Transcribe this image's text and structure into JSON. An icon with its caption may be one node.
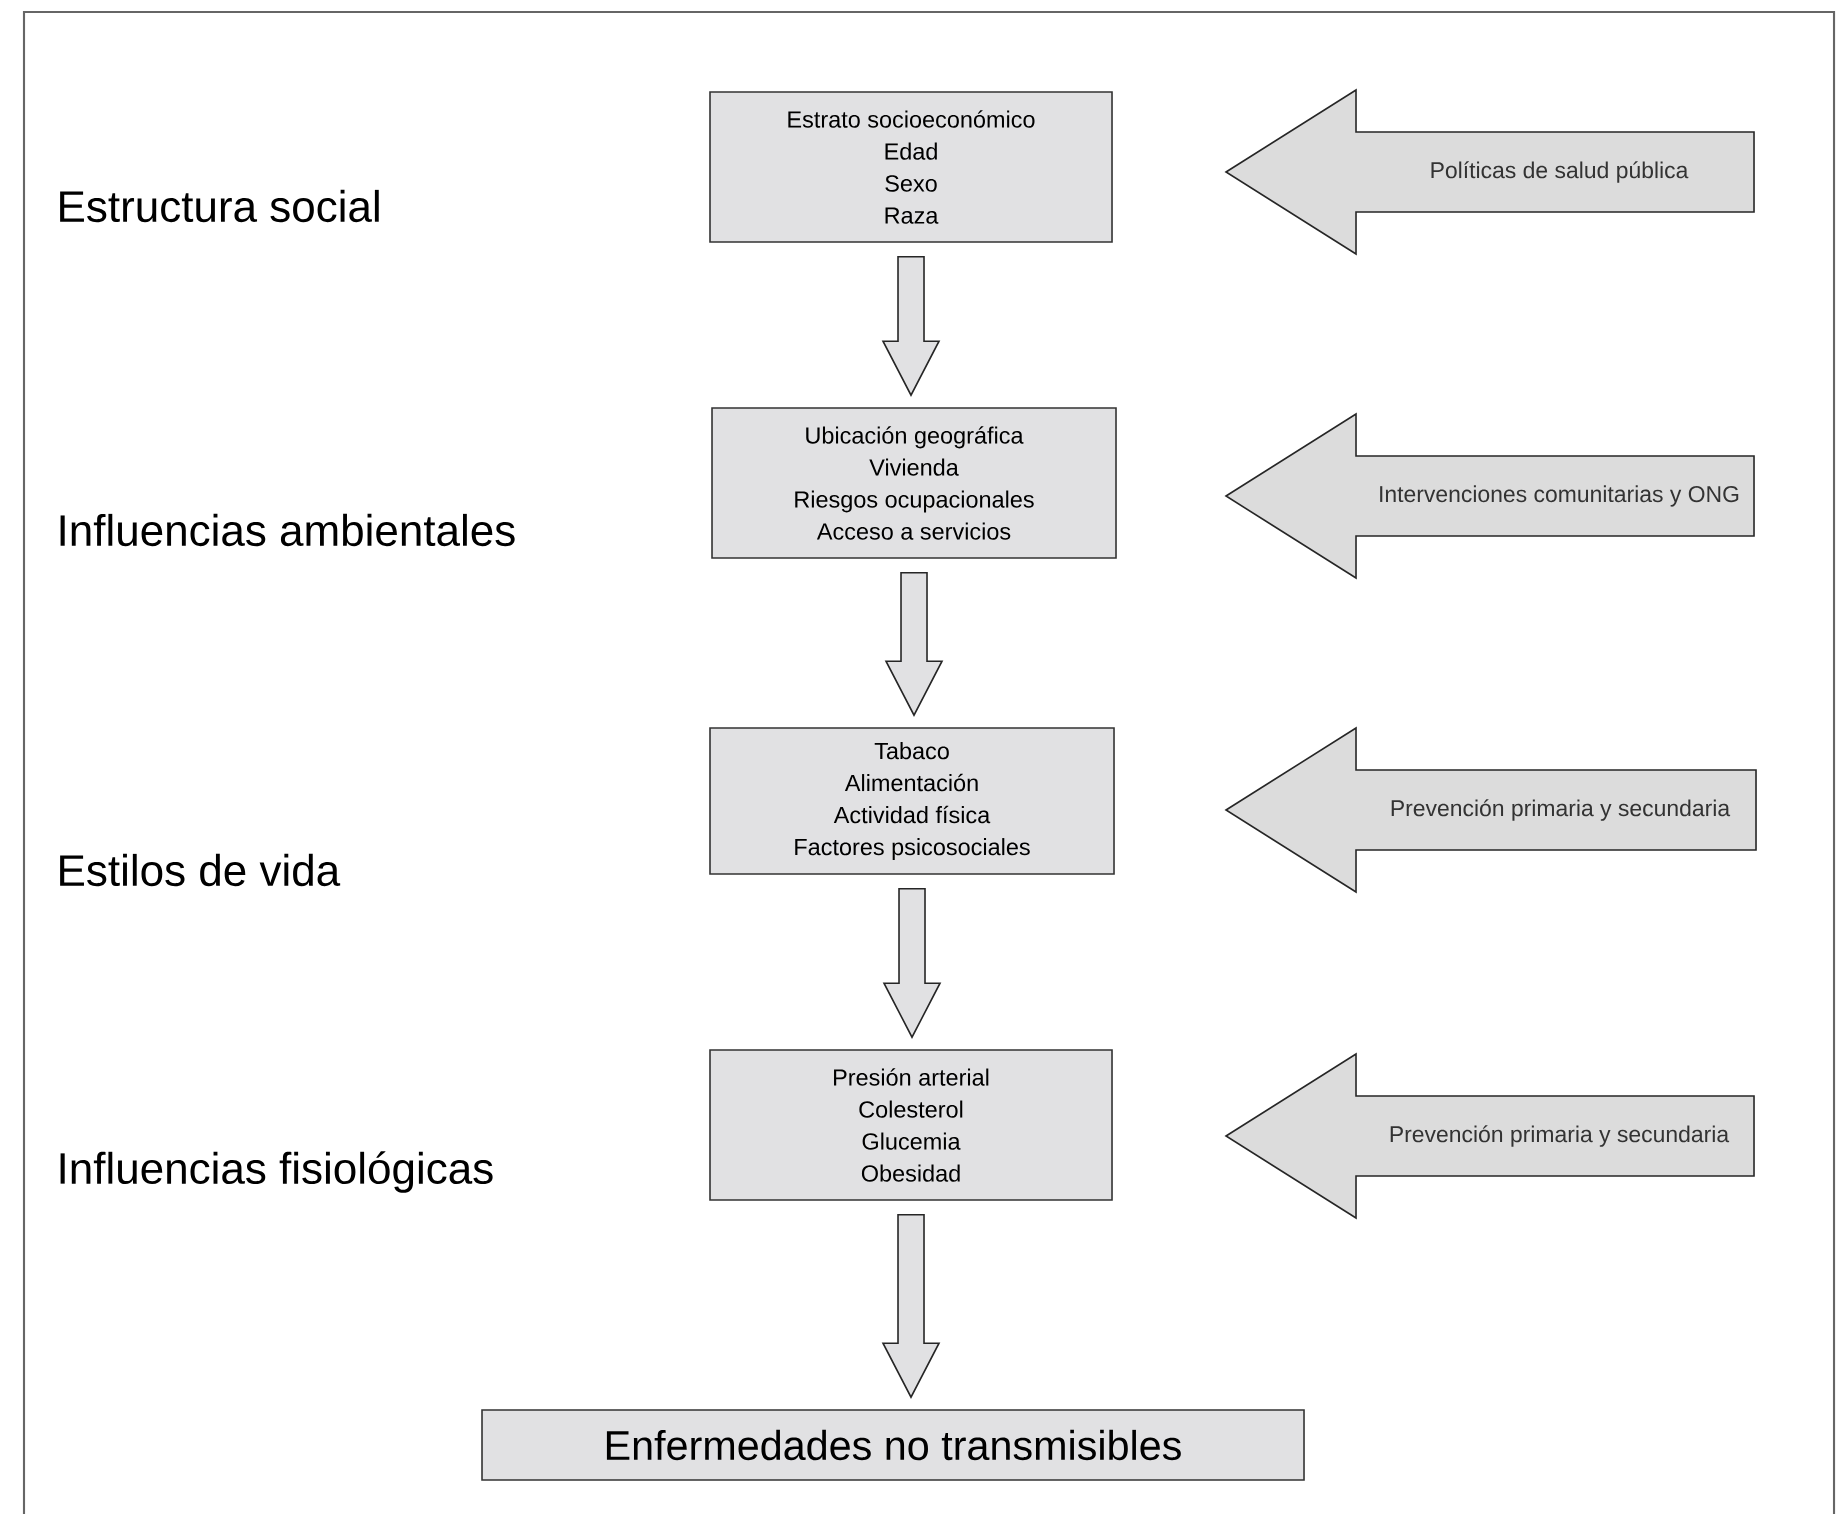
{
  "diagram": {
    "nodes": [
      {
        "text": [
          "Estrato socioeconómico",
          "Edad",
          "Sexo",
          "Raza"
        ]
      },
      {
        "text": [
          "Ubicación geográfica",
          "Vivienda",
          "Riesgos ocupacionales",
          "Acceso a servicios"
        ]
      },
      {
        "text": [
          "Tabaco",
          "Alimentación",
          "Actividad física",
          "Factores psicosociales"
        ]
      },
      {
        "text": [
          "Presión arterial",
          "Colesterol",
          "Glucemia",
          "Obesidad"
        ]
      },
      {
        "text": [
          "Enfermedades no transmisibles"
        ]
      },
      {
        "text": [
          "Políticas de salud pública"
        ]
      },
      {
        "text": [
          "Intervenciones comunitarias y ONG"
        ]
      },
      {
        "text": [
          "Prevención primaria y secundaria"
        ]
      },
      {
        "text": [
          "Prevención primaria y secundaria"
        ]
      }
    ],
    "edges": [
      {
        "from": 0,
        "to": 1,
        "arrow": "to"
      },
      {
        "from": 1,
        "to": 2,
        "arrow": "to"
      },
      {
        "from": 2,
        "to": 3,
        "arrow": "to"
      },
      {
        "from": 3,
        "to": 4,
        "arrow": "to"
      }
    ],
    "labels": [
      "Estructura social",
      "Influencias ambientales",
      "Estilos de vida",
      "Influencias fisiológicas"
    ]
  }
}
